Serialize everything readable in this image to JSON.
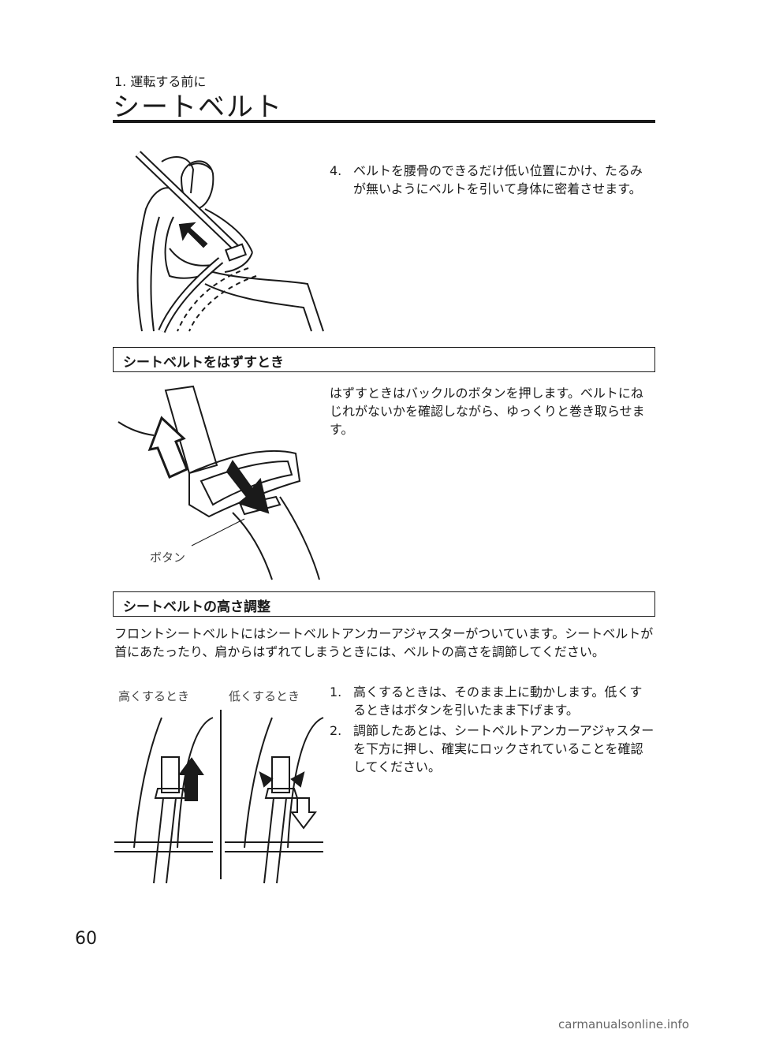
{
  "header": {
    "chapter": "1. 運転する前に",
    "title": "シートベルト"
  },
  "step4": {
    "number": "4.",
    "text": "ベルトを腰骨のできるだけ低い位置にかけ、たるみが無いようにベルトを引いて身体に密着させます。"
  },
  "section_unfasten": {
    "heading": "シートベルトをはずすとき",
    "text": "はずすときはバックルのボタンを押します。ベルトにねじれがないかを確認しながら、ゆっくりと巻き取らせます。",
    "figure_label": "ボタン"
  },
  "section_height": {
    "heading": "シートベルトの高さ調整",
    "intro": "フロントシートベルトにはシートベルトアンカーアジャスターがついています。シートベルトが首にあたったり、肩からはずれてしまうときには、ベルトの高さを調節してください。",
    "label_raise": "高くするとき",
    "label_lower": "低くするとき",
    "steps": [
      {
        "number": "1.",
        "text": "高くするときは、そのまま上に動かします。低くするときはボタンを引いたまま下げます。"
      },
      {
        "number": "2.",
        "text": "調節したあとは、シートベルトアンカーアジャスターを下方に押し、確実にロックされていることを確認してください。"
      }
    ]
  },
  "page_number": "60",
  "watermark": "carmanualsonline.info"
}
